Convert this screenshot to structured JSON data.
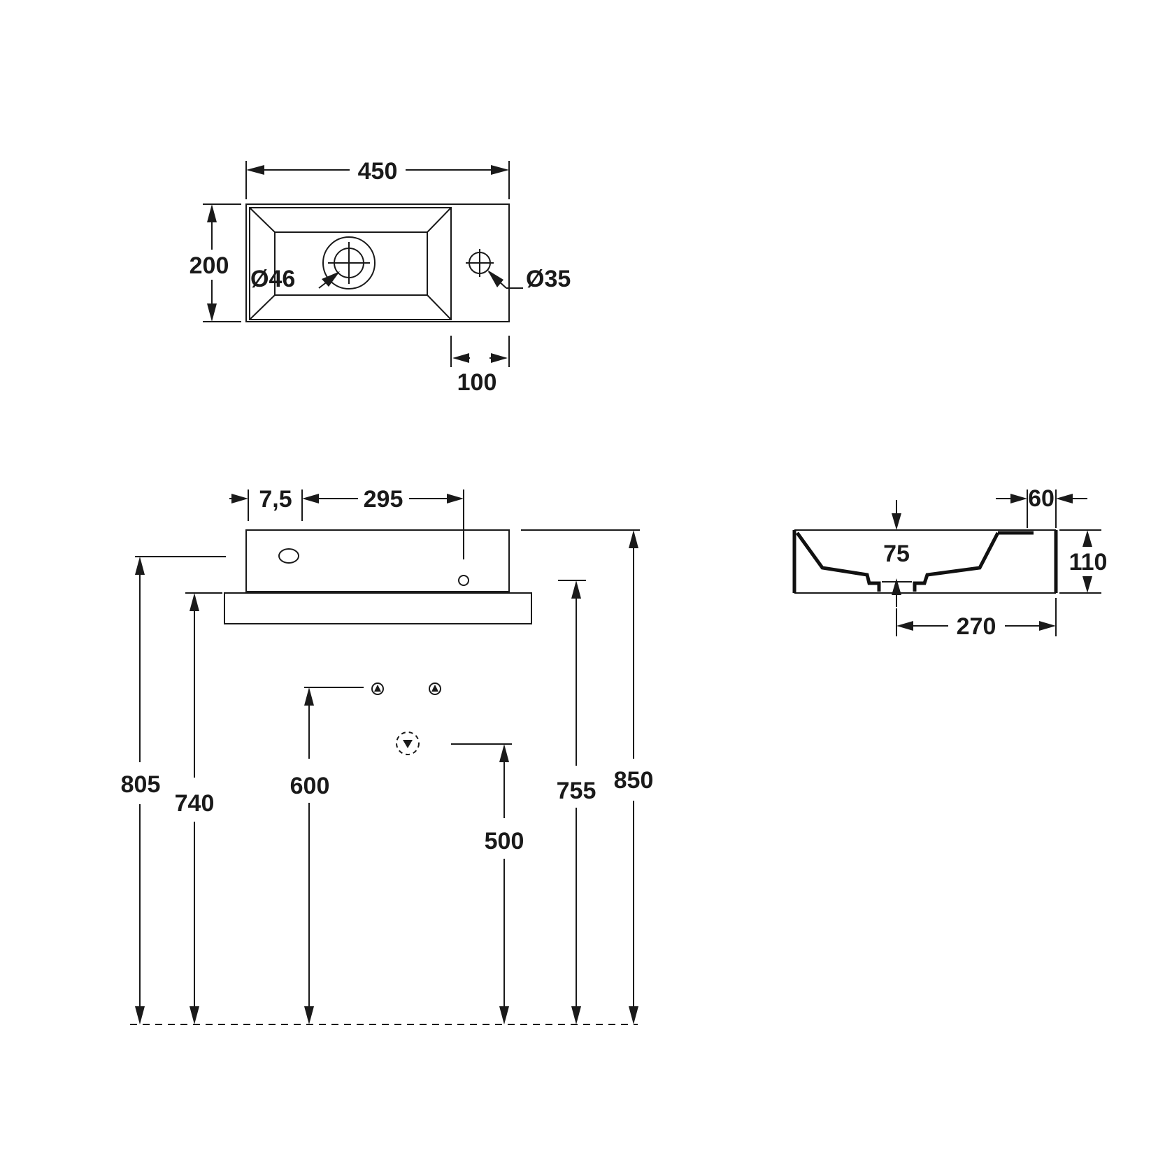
{
  "top_view": {
    "width": "450",
    "depth": "200",
    "drain_diameter": "Ø46",
    "tap_hole_diameter": "Ø35",
    "tap_hole_offset": "100"
  },
  "front_view": {
    "side_margin": "7,5",
    "hole_spacing": "295",
    "heights": {
      "h805": "805",
      "h740": "740",
      "h600": "600",
      "h500": "500",
      "h755": "755",
      "h850": "850"
    }
  },
  "section_view": {
    "rim_width": "60",
    "bowl_depth": "75",
    "overall_height": "110",
    "half_width": "270"
  }
}
